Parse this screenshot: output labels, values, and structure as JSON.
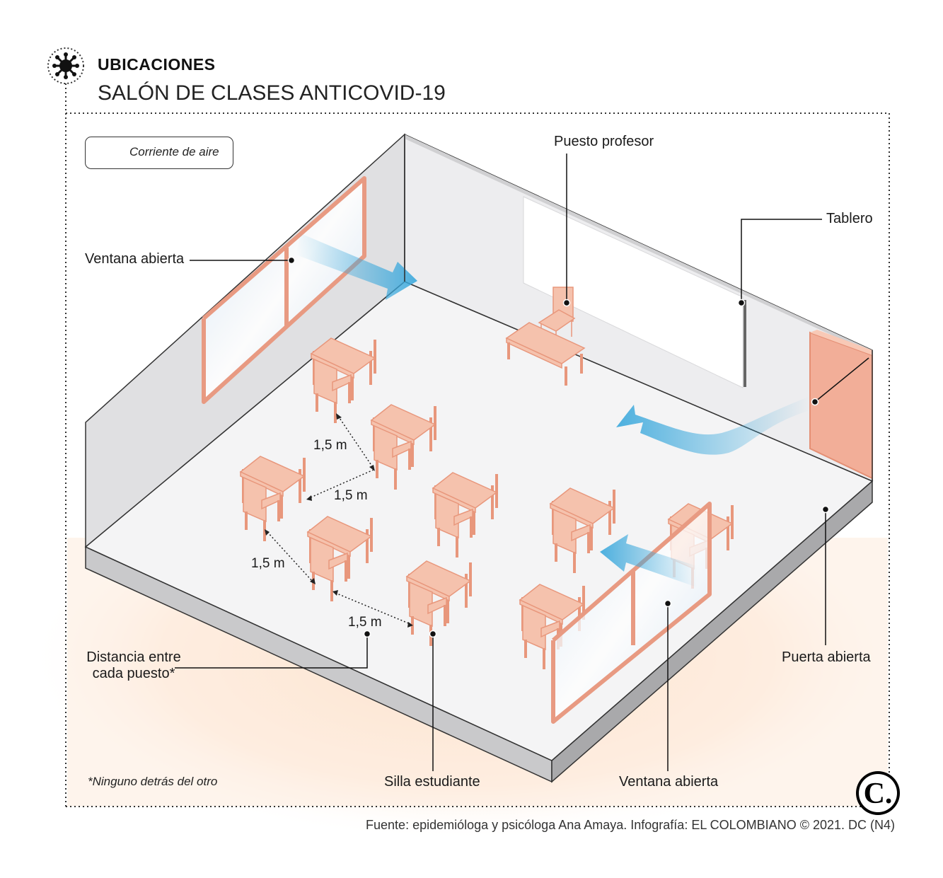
{
  "header": {
    "kicker": "UBICACIONES",
    "title": "SALÓN DE CLASES ANTICOVID-19"
  },
  "legend": {
    "label": "Corriente de aire",
    "arrow_color": "#3aa8dc"
  },
  "labels": {
    "teacher_desk": "Puesto profesor",
    "board": "Tablero",
    "window_left": "Ventana abierta",
    "window_right": "Ventana abierta",
    "door": "Puerta abierta",
    "student_chair": "Silla estudiante",
    "distance_line1": "Distancia entre",
    "distance_line2": "cada puesto*"
  },
  "distances": [
    "1,5 m",
    "1,5 m",
    "1,5 m",
    "1,5 m"
  ],
  "footnote": "*Ninguno detrás del otro",
  "source": "Fuente: epidemióloga y psicóloga Ana Amaya. Infografía: EL COLOMBIANO © 2021. DC (N4)",
  "logo": "C.",
  "colors": {
    "furniture": "#f5c2ad",
    "furniture_edge": "#e8977c",
    "wall_light": "#efeff0",
    "wall_dark": "#dcdcde",
    "floor": "#f3f3f4",
    "glow": "#fde3cc"
  }
}
